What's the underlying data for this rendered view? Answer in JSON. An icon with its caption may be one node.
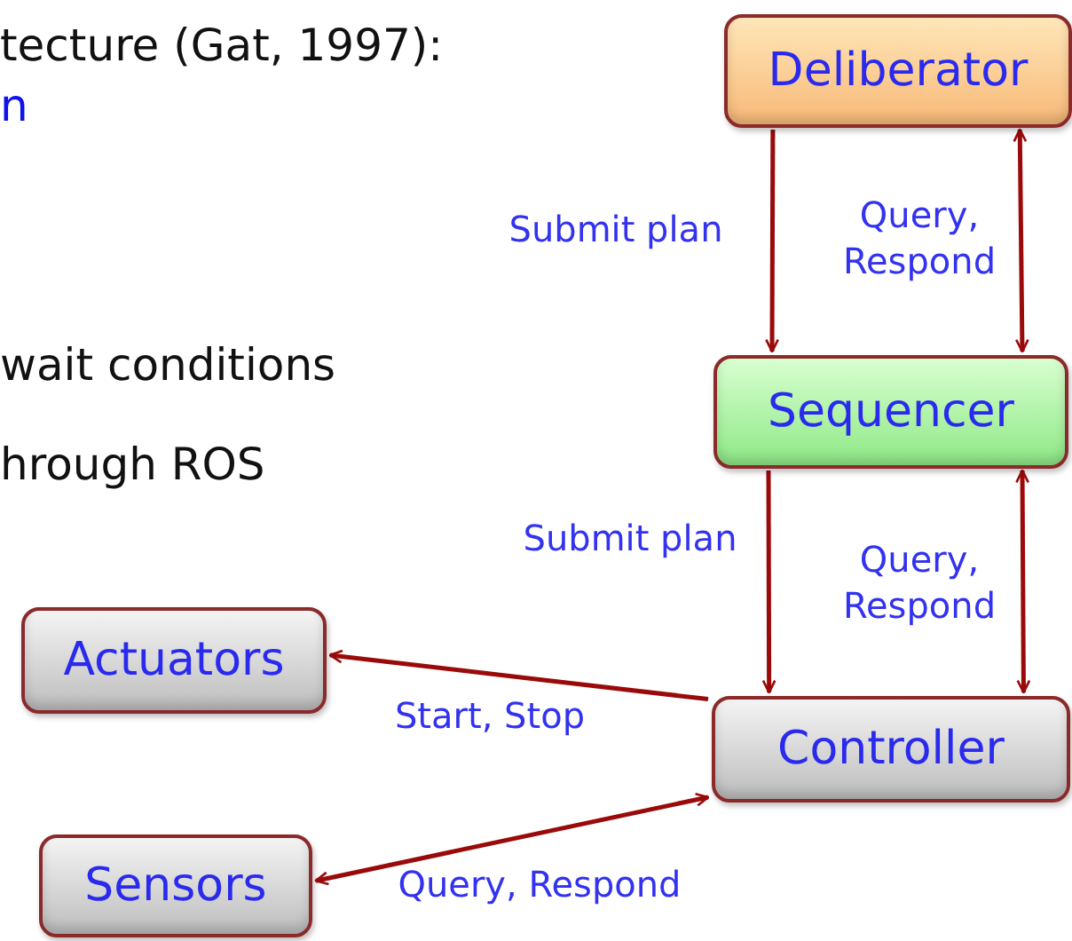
{
  "diagram": {
    "nodes": [
      {
        "text": [
          "Deliberator"
        ]
      },
      {
        "text": [
          "Sequencer"
        ]
      },
      {
        "text": [
          "Controller"
        ]
      },
      {
        "text": [
          "Actuators"
        ]
      },
      {
        "text": [
          "Sensors"
        ]
      }
    ],
    "edges": [
      {
        "from": 0,
        "to": 1,
        "arrow": "to",
        "label": "Submit plan"
      },
      {
        "from": 1,
        "to": 0,
        "arrow": "both",
        "label": "Query, Respond"
      },
      {
        "from": 1,
        "to": 2,
        "arrow": "to",
        "label": "Submit plan"
      },
      {
        "from": 1,
        "to": 2,
        "arrow": "both",
        "label": "Query, Respond"
      },
      {
        "from": 2,
        "to": 3,
        "arrow": "to",
        "label": "Start, Stop"
      },
      {
        "from": 4,
        "to": 2,
        "arrow": "both",
        "label": "Query, Respond"
      }
    ],
    "labels": [
      "tecture (Gat, 1997):",
      "n",
      "wait conditions",
      "hrough ROS"
    ]
  }
}
